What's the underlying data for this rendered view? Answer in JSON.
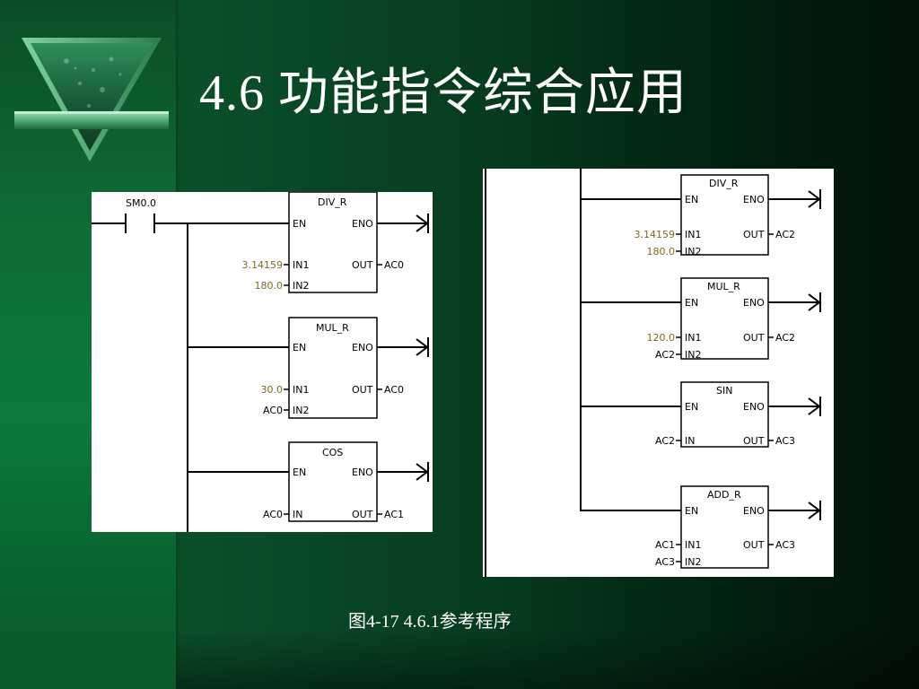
{
  "slide": {
    "title": "4.6 功能指令综合应用",
    "caption": "图4-17   4.6.1参考程序"
  },
  "colors": {
    "background": "#063a1c",
    "band": "#0c7a3b",
    "operand_value": "#7a6d1a"
  },
  "left_diagram": {
    "contact": "SM0.0",
    "blocks": [
      {
        "name": "DIV_R",
        "en": "EN",
        "eno": "ENO",
        "inputs": [
          {
            "pin": "IN1",
            "value": "3.14159"
          },
          {
            "pin": "IN2",
            "value": "180.0"
          }
        ],
        "out_pin": "OUT",
        "out_value": "AC0"
      },
      {
        "name": "MUL_R",
        "en": "EN",
        "eno": "ENO",
        "inputs": [
          {
            "pin": "IN1",
            "value": "30.0"
          },
          {
            "pin": "IN2",
            "value": "AC0"
          }
        ],
        "out_pin": "OUT",
        "out_value": "AC0"
      },
      {
        "name": "COS",
        "en": "EN",
        "eno": "ENO",
        "inputs": [
          {
            "pin": "IN",
            "value": "AC0"
          }
        ],
        "out_pin": "OUT",
        "out_value": "AC1"
      }
    ]
  },
  "right_diagram": {
    "blocks": [
      {
        "name": "DIV_R",
        "en": "EN",
        "eno": "ENO",
        "inputs": [
          {
            "pin": "IN1",
            "value": "3.14159"
          },
          {
            "pin": "IN2",
            "value": "180.0"
          }
        ],
        "out_pin": "OUT",
        "out_value": "AC2"
      },
      {
        "name": "MUL_R",
        "en": "EN",
        "eno": "ENO",
        "inputs": [
          {
            "pin": "IN1",
            "value": "120.0"
          },
          {
            "pin": "IN2",
            "value": "AC2"
          }
        ],
        "out_pin": "OUT",
        "out_value": "AC2"
      },
      {
        "name": "SIN",
        "en": "EN",
        "eno": "ENO",
        "inputs": [
          {
            "pin": "IN",
            "value": "AC2"
          }
        ],
        "out_pin": "OUT",
        "out_value": "AC3"
      },
      {
        "name": "ADD_R",
        "en": "EN",
        "eno": "ENO",
        "inputs": [
          {
            "pin": "IN1",
            "value": "AC1"
          },
          {
            "pin": "IN2",
            "value": "AC3"
          }
        ],
        "out_pin": "OUT",
        "out_value": "AC3"
      }
    ]
  }
}
